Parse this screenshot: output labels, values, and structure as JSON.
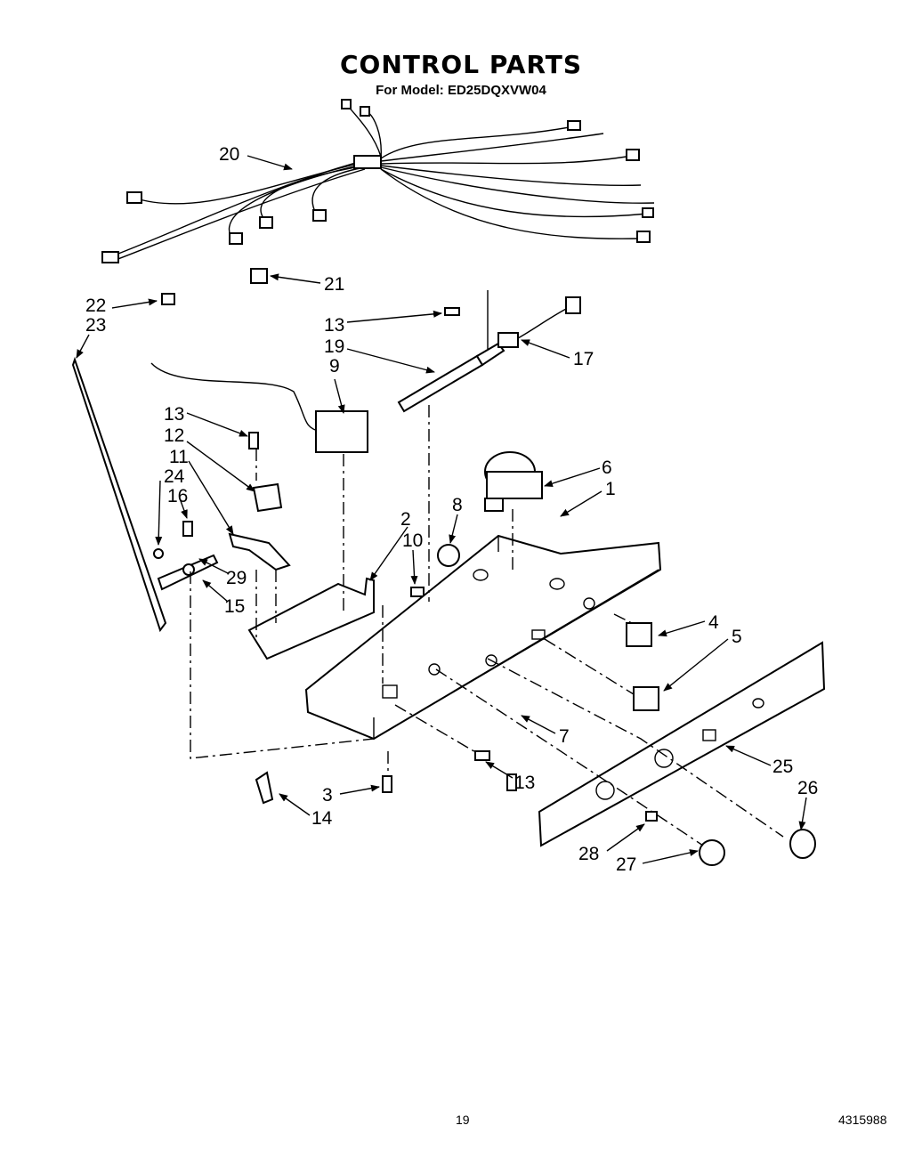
{
  "header": {
    "title": "CONTROL PARTS",
    "subtitle": "For Model: ED25DQXVW04"
  },
  "footer": {
    "page_number": "19",
    "document_number": "4315988"
  },
  "callouts": [
    "20",
    "21",
    "22",
    "23",
    "13",
    "19",
    "17",
    "9",
    "13",
    "12",
    "11",
    "24",
    "16",
    "6",
    "1",
    "2",
    "8",
    "10",
    "29",
    "15",
    "4",
    "5",
    "7",
    "25",
    "13",
    "3",
    "14",
    "26",
    "28",
    "27"
  ]
}
